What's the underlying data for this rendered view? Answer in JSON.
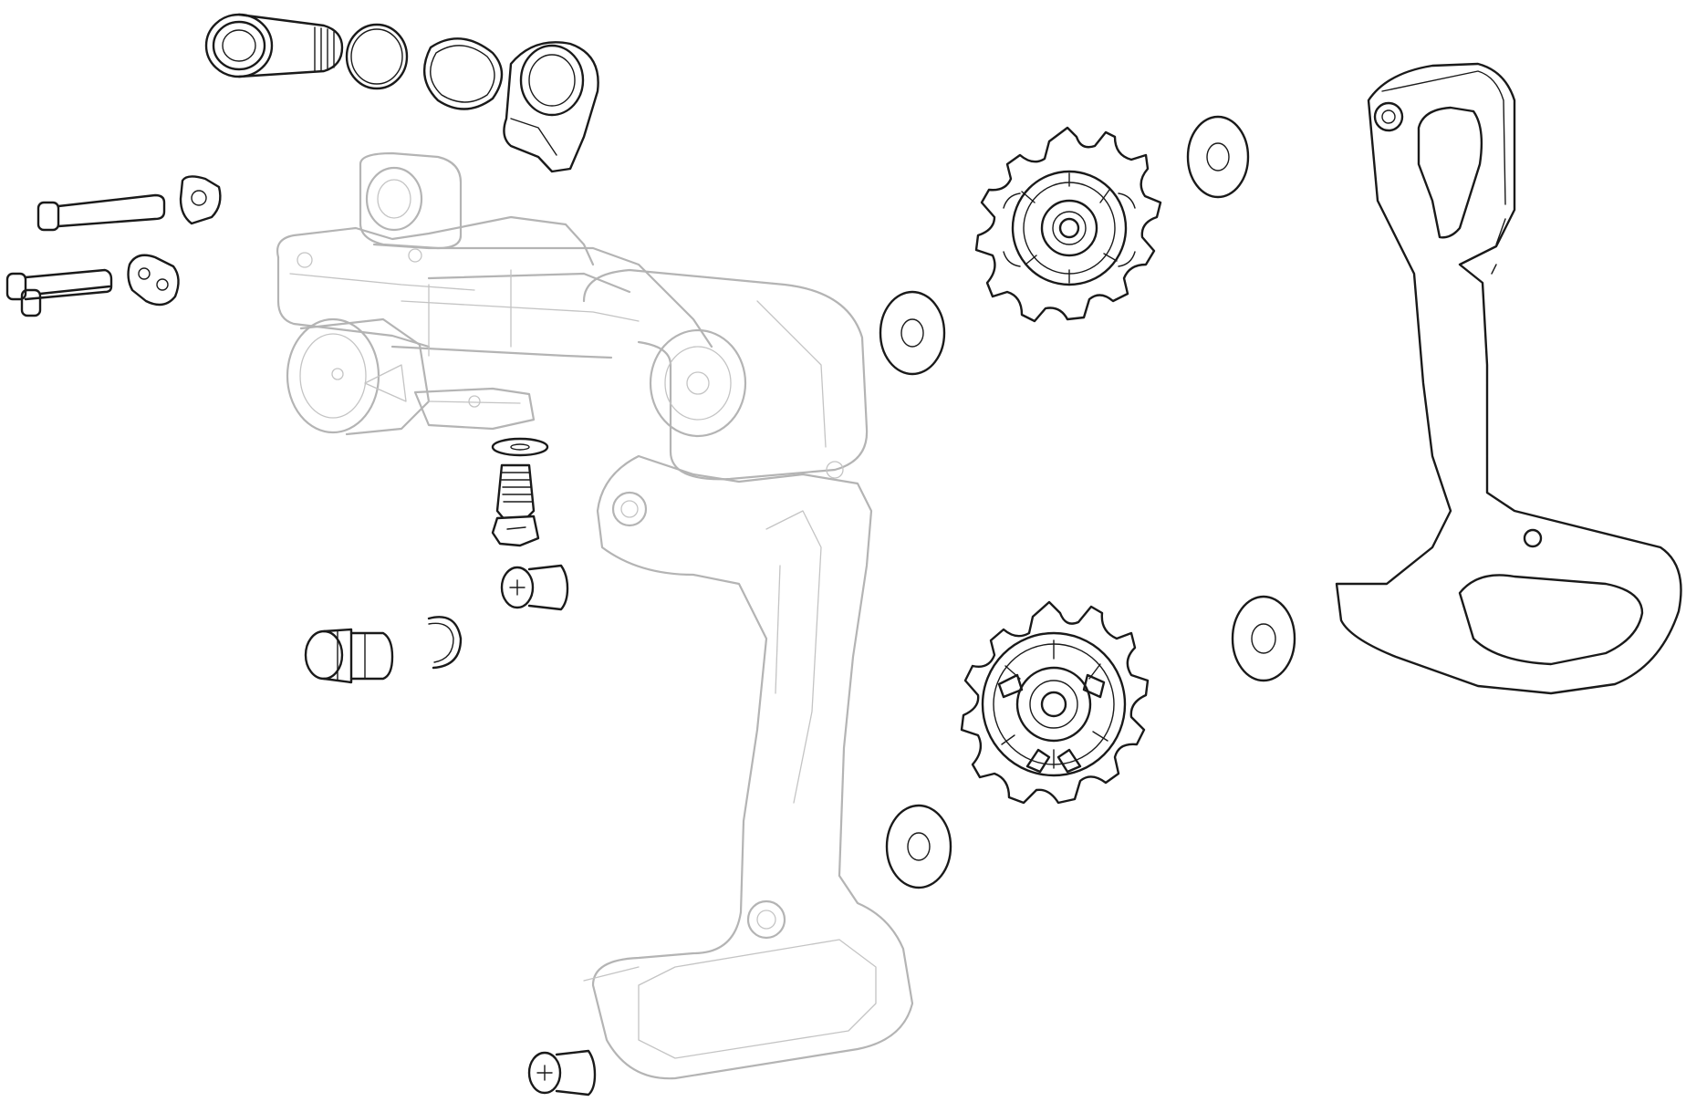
{
  "diagram": {
    "kind": "exploded-view",
    "style": "black line art on white; main body drawn in light grey, replacement parts in black",
    "parts": [
      {
        "id": "hanger-bolt",
        "icon": "bolt-icon"
      },
      {
        "id": "wave-washer",
        "icon": "ring-icon"
      },
      {
        "id": "square-washer",
        "icon": "washer-icon"
      },
      {
        "id": "b-knuckle-plate",
        "icon": "plate-icon"
      },
      {
        "id": "limit-screw-long",
        "icon": "screw-icon"
      },
      {
        "id": "limit-screw-short-a",
        "icon": "screw-icon"
      },
      {
        "id": "limit-screw-short-b",
        "icon": "screw-icon"
      },
      {
        "id": "screw-cap",
        "icon": "cap-icon"
      },
      {
        "id": "screw-plate",
        "icon": "plate-icon"
      },
      {
        "id": "rear-derailleur-body",
        "icon": "derailleur-icon"
      },
      {
        "id": "cable-washer",
        "icon": "washer-icon"
      },
      {
        "id": "cable-anchor-bolt",
        "icon": "bolt-icon"
      },
      {
        "id": "cage-stop-screw",
        "icon": "screw-icon"
      },
      {
        "id": "clutch-pin",
        "icon": "pin-icon"
      },
      {
        "id": "e-clip",
        "icon": "clip-icon"
      },
      {
        "id": "upper-pulley-washer-outer",
        "icon": "washer-icon"
      },
      {
        "id": "upper-pulley-wheel",
        "icon": "pulley-icon"
      },
      {
        "id": "upper-pulley-washer-inner",
        "icon": "washer-icon"
      },
      {
        "id": "lower-pulley-wheel",
        "icon": "pulley-icon"
      },
      {
        "id": "lower-pulley-washer-outer",
        "icon": "washer-icon"
      },
      {
        "id": "lower-pulley-washer-inner",
        "icon": "washer-icon"
      },
      {
        "id": "outer-cage-plate",
        "icon": "cage-plate-icon"
      },
      {
        "id": "cage-screw",
        "icon": "screw-icon"
      }
    ],
    "colors": {
      "line": "#1a1a1a",
      "ghost": "#b4b4b4",
      "background": "#ffffff"
    }
  }
}
